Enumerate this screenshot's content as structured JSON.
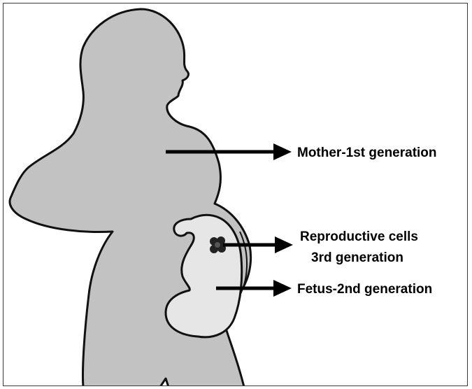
{
  "diagram": {
    "labels": {
      "mother": "Mother-1st generation",
      "reproductive_line1": "Reproductive cells",
      "reproductive_line2": "3rd generation",
      "fetus": "Fetus-2nd generation"
    },
    "colors": {
      "mother_fill": "#c2c2c2",
      "womb_fill": "#e6e6e6",
      "outline": "#111111",
      "arrow": "#000000",
      "cells": "#222222"
    }
  }
}
